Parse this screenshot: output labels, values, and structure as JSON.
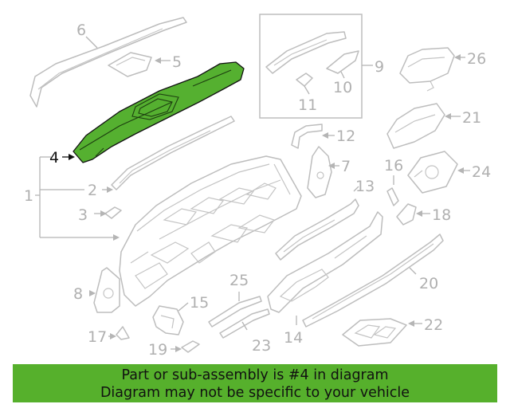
{
  "diagram": {
    "highlight_color": "#56b02c",
    "highlighted_callout": "4",
    "callouts": {
      "c1": "1",
      "c2": "2",
      "c3": "3",
      "c4": "4",
      "c5": "5",
      "c6": "6",
      "c7": "7",
      "c8": "8",
      "c9": "9",
      "c10": "10",
      "c11": "11",
      "c12": "12",
      "c13": "13",
      "c14": "14",
      "c15": "15",
      "c16": "16",
      "c17": "17",
      "c18": "18",
      "c19": "19",
      "c20": "20",
      "c21": "21",
      "c22": "22",
      "c23": "23",
      "c24": "24",
      "c25": "25",
      "c26": "26"
    }
  },
  "banner": {
    "line1": "Part or sub-assembly is #4 in diagram",
    "line2": "Diagram may not be specific to your vehicle",
    "background": "#56b02c"
  }
}
